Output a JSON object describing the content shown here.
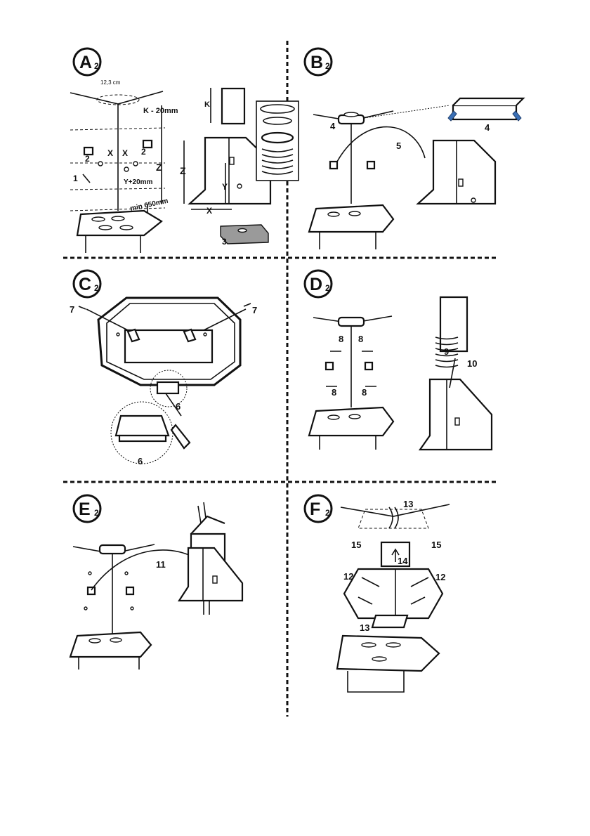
{
  "panels": {
    "a": {
      "letter": "A",
      "sub": "2",
      "labels": {
        "width_top": "12,3 cm",
        "k_minus": "K - 20mm",
        "x1": "X",
        "x2": "X",
        "two_left": "2",
        "two_right": "2",
        "one": "1",
        "z_left": "Z",
        "y_plus": "Y+20mm",
        "min650": "min 650mm",
        "k_right": "K",
        "z_right": "Z",
        "y_right": "Y",
        "x_bottom": "X",
        "three": "3"
      }
    },
    "b": {
      "letter": "B",
      "sub": "2",
      "labels": {
        "four_left": "4",
        "five": "5",
        "four_right": "4"
      }
    },
    "c": {
      "letter": "C",
      "sub": "2",
      "labels": {
        "seven_left": "7",
        "seven_right": "7",
        "six_a": "6",
        "six_b": "6"
      }
    },
    "d": {
      "letter": "D",
      "sub": "2",
      "labels": {
        "eight_tl": "8",
        "eight_tr": "8",
        "eight_bl": "8",
        "eight_br": "8",
        "nine": "9",
        "ten": "10"
      }
    },
    "e": {
      "letter": "E",
      "sub": "2",
      "labels": {
        "eleven": "11"
      }
    },
    "f": {
      "letter": "F",
      "sub": "2",
      "labels": {
        "thirteen_top": "13",
        "fifteen_left": "15",
        "fifteen_right": "15",
        "fourteen": "14",
        "twelve_left": "12",
        "twelve_right": "12",
        "thirteen_bottom": "13"
      }
    }
  }
}
